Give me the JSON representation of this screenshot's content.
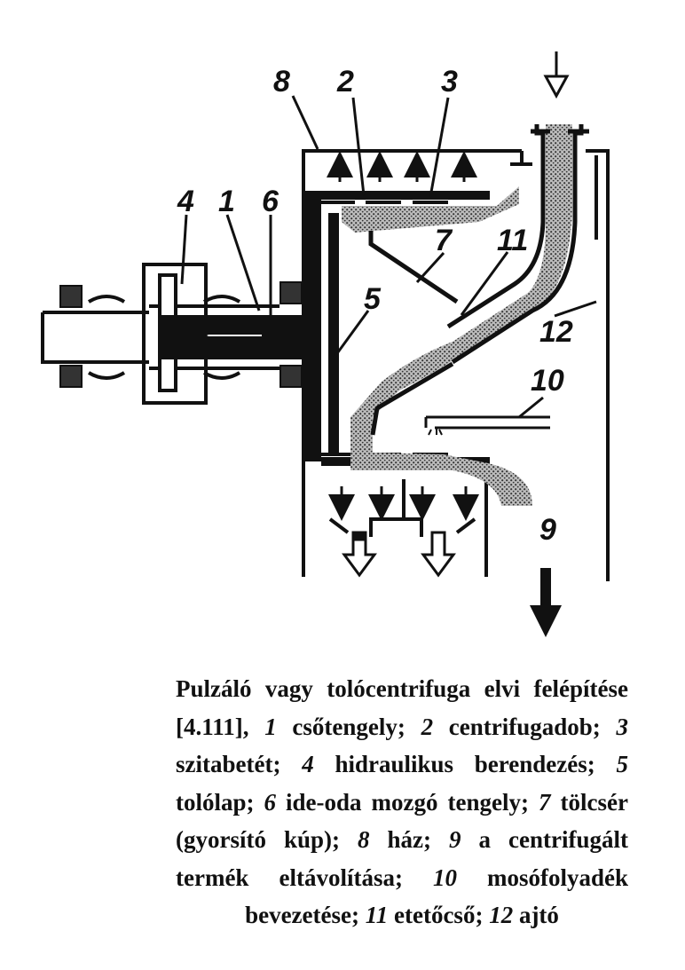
{
  "labels": {
    "n1": "1",
    "n2": "2",
    "n3": "3",
    "n4": "4",
    "n5": "5",
    "n6": "6",
    "n7": "7",
    "n8": "8",
    "n9": "9",
    "n10": "10",
    "n11": "11",
    "n12": "12"
  },
  "caption": {
    "intro": "Pulzáló vagy tolócentrifuga elvi felépítése [4.111], ",
    "items": [
      {
        "num": "1",
        "text": " csőtengely; "
      },
      {
        "num": "2",
        "text": " centrifugadob; "
      },
      {
        "num": "3",
        "text": " szitabetét; "
      },
      {
        "num": "4",
        "text": " hidraulikus berendezés; "
      },
      {
        "num": "5",
        "text": " tolólap; "
      },
      {
        "num": "6",
        "text": " ide-oda mozgó tengely; "
      },
      {
        "num": "7",
        "text": " tölcsér (gyorsító kúp); "
      },
      {
        "num": "8",
        "text": " ház; "
      },
      {
        "num": "9",
        "text": " a centrifugált termék eltávolítása; "
      },
      {
        "num": "10",
        "text": " mosófolyadék bevezetése; "
      },
      {
        "num": "11",
        "text": " etetőcső; "
      },
      {
        "num": "12",
        "text": " ajtó"
      }
    ]
  },
  "colors": {
    "ink": "#111111",
    "product": "#555555",
    "paper": "#ffffff"
  }
}
